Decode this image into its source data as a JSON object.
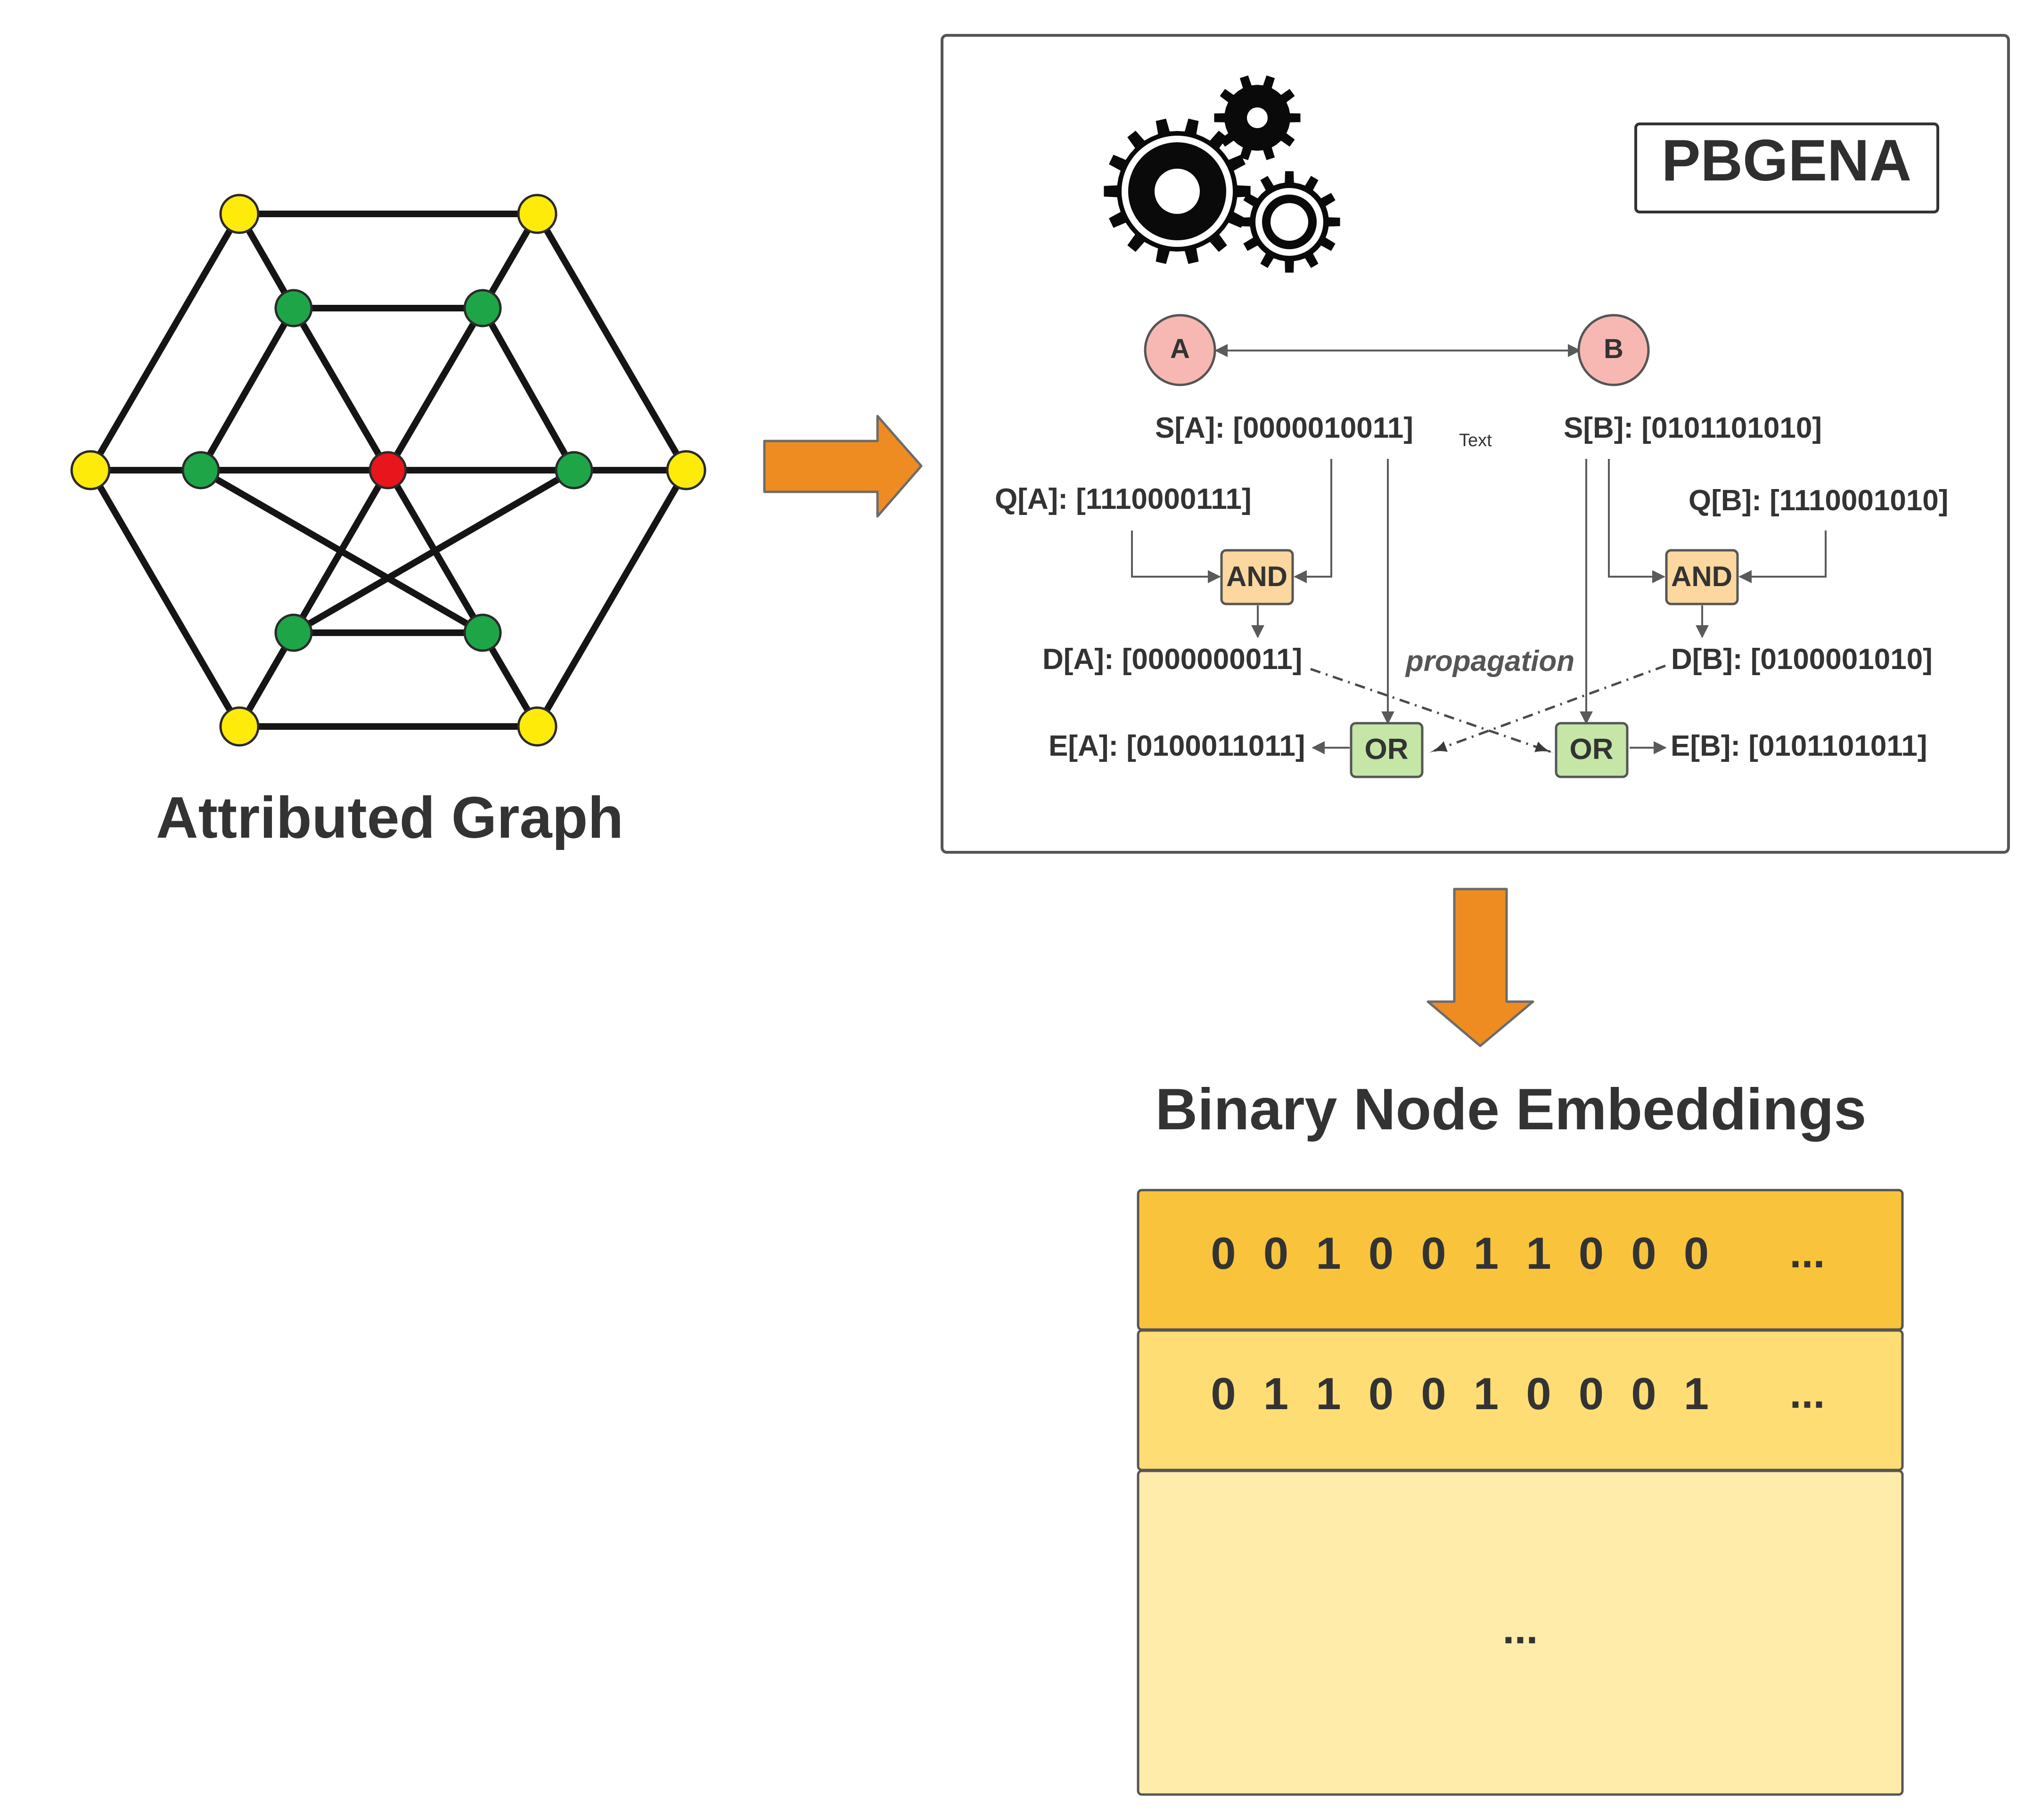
{
  "graph": {
    "caption": "Attributed Graph",
    "colors": {
      "outer": "#FFEB0A",
      "inner": "#1EA548",
      "center": "#E8161C",
      "edge": "#151515"
    }
  },
  "pipeline": {
    "title": "PBGENA",
    "node_a": "A",
    "node_b": "B",
    "stray_text": "Text",
    "s_a": "S[A]: [0000010011]",
    "s_b": "S[B]: [0101101010]",
    "q_a": "Q[A]: [1110000111]",
    "q_b": "Q[B]: [1110001010]",
    "and_left": "AND",
    "and_right": "AND",
    "d_a": "D[A]: [0000000011]",
    "d_b": "D[B]: [0100001010]",
    "propagation": "propagation",
    "or_left": "OR",
    "or_right": "OR",
    "e_a": "E[A]: [0100011011]",
    "e_b": "E[B]: [0101101011]",
    "colors": {
      "node_fill": "#F7B8B3",
      "and_fill": "#FCD79F",
      "or_fill": "#C5E6A6",
      "gear": "#0A0A0A"
    }
  },
  "embeddings": {
    "title": "Binary Node Embeddings",
    "rows": [
      {
        "bits": [
          "0",
          "0",
          "1",
          "0",
          "0",
          "1",
          "1",
          "0",
          "0",
          "0"
        ],
        "ellipsis": "...",
        "color": "#F9C43B"
      },
      {
        "bits": [
          "0",
          "1",
          "1",
          "0",
          "0",
          "1",
          "0",
          "0",
          "0",
          "1"
        ],
        "ellipsis": "...",
        "color": "#FEDD75"
      }
    ],
    "more": "...",
    "more_color": "#FFECAA"
  },
  "arrow_color": "#EE8C22"
}
